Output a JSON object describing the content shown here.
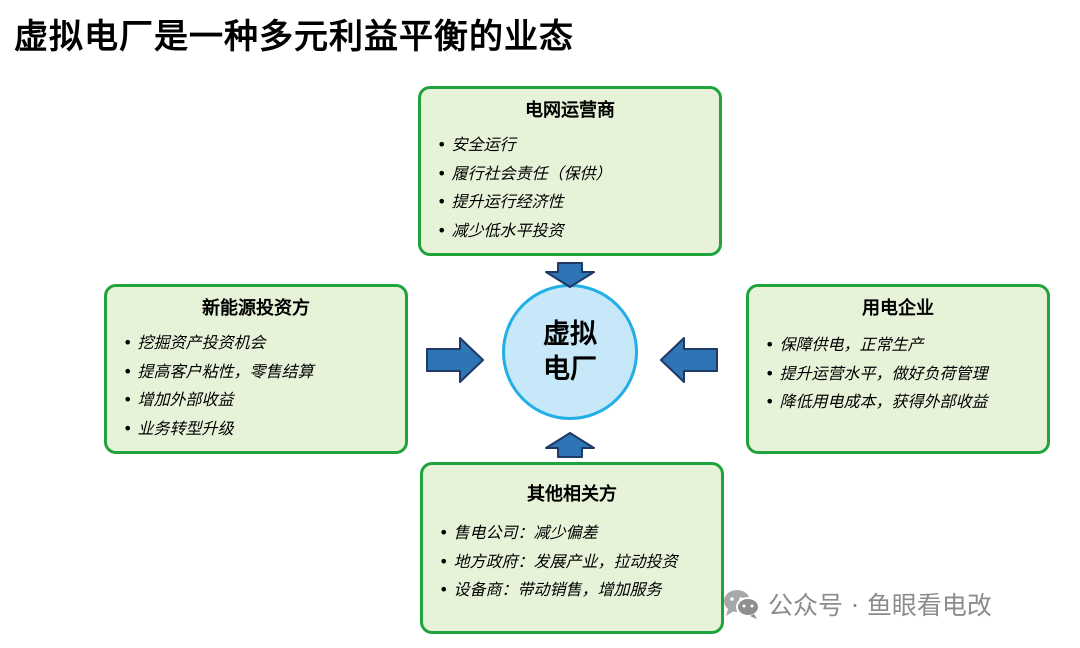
{
  "title": "虚拟电厂是一种多元利益平衡的业态",
  "center": {
    "line1": "虚拟",
    "line2": "电厂"
  },
  "boxes": {
    "grid": {
      "title": "电网运营商",
      "items": [
        "安全运行",
        "履行社会责任（保供）",
        "提升运行经济性",
        "减少低水平投资"
      ]
    },
    "investor": {
      "title": "新能源投资方",
      "items": [
        "挖掘资产投资机会",
        "提高客户粘性，零售结算",
        "增加外部收益",
        "业务转型升级"
      ]
    },
    "user": {
      "title": "用电企业",
      "items": [
        "保障供电，正常生产",
        "提升运营水平，做好负荷管理",
        "降低用电成本，获得外部收益"
      ]
    },
    "other": {
      "title": "其他相关方",
      "items": [
        "售电公司：减少偏差",
        "地方政府：发展产业，拉动投资",
        "设备商：带动销售，增加服务"
      ]
    }
  },
  "bullet": "•",
  "watermark": "公众号 · 鱼眼看电改",
  "colors": {
    "box_fill": "#e7f3d9",
    "box_border": "#1fa33a",
    "circle_fill": "#c6e8f9",
    "circle_border": "#22aee6",
    "arrow_fill": "#2e75b6",
    "arrow_border": "#1f3864"
  },
  "icons": {
    "arrows": "block-arrow-icon",
    "watermark": "wechat-icon"
  }
}
